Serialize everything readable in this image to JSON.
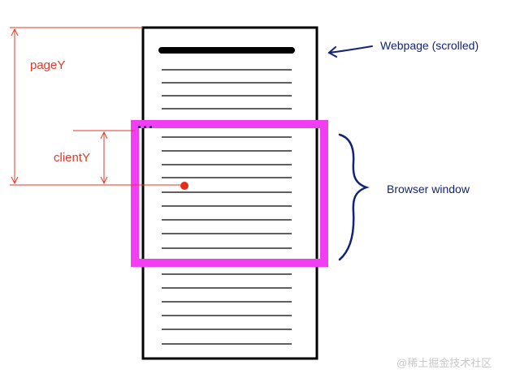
{
  "labels": {
    "page_y": "pageY",
    "client_y": "clientY",
    "webpage": "Webpage (scrolled)",
    "browser_window": "Browser window",
    "watermark": "@稀土掘金技术社区"
  },
  "colors": {
    "measure_lines": "#e03a2a",
    "browser_frame": "#f23ef2",
    "annotation": "#14237a",
    "page_outline": "#000000",
    "pointer_dot": "#e52d1b",
    "watermark": "#c8c8c8"
  }
}
